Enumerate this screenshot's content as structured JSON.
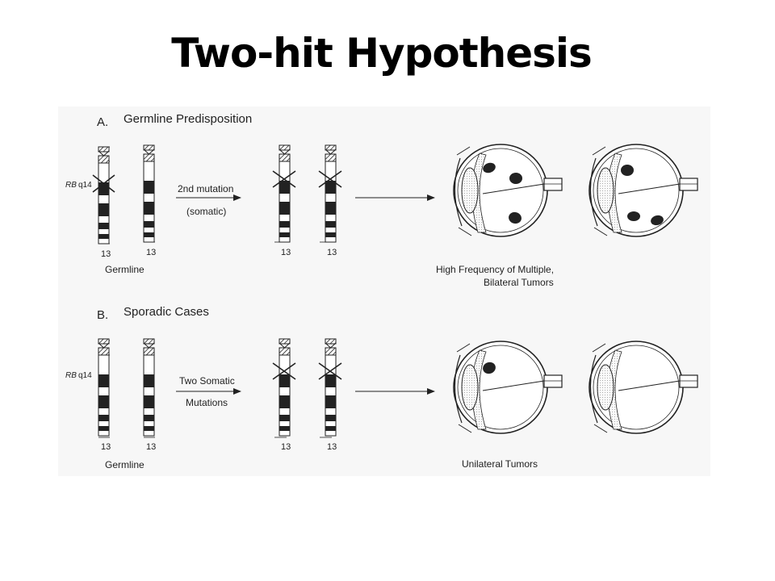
{
  "slide": {
    "title": "Two-hit Hypothesis"
  },
  "panel_a": {
    "heading_letter": "A.",
    "heading": "Germline Predisposition",
    "gene_label": "RB",
    "band_label": "q14",
    "chrom_number": "13",
    "germline_label": "Germline",
    "arrow_label_line1": "2nd mutation",
    "arrow_label_line2": "(somatic)",
    "outcome_line1": "High Frequency of Multiple,",
    "outcome_line2": "Bilateral Tumors"
  },
  "panel_b": {
    "heading_letter": "B.",
    "heading": "Sporadic Cases",
    "gene_label": "RB",
    "band_label": "q14",
    "chrom_number": "13",
    "germline_label": "Germline",
    "arrow_label_line1": "Two Somatic",
    "arrow_label_line2": "Mutations",
    "outcome_line1": "Unilateral Tumors"
  }
}
